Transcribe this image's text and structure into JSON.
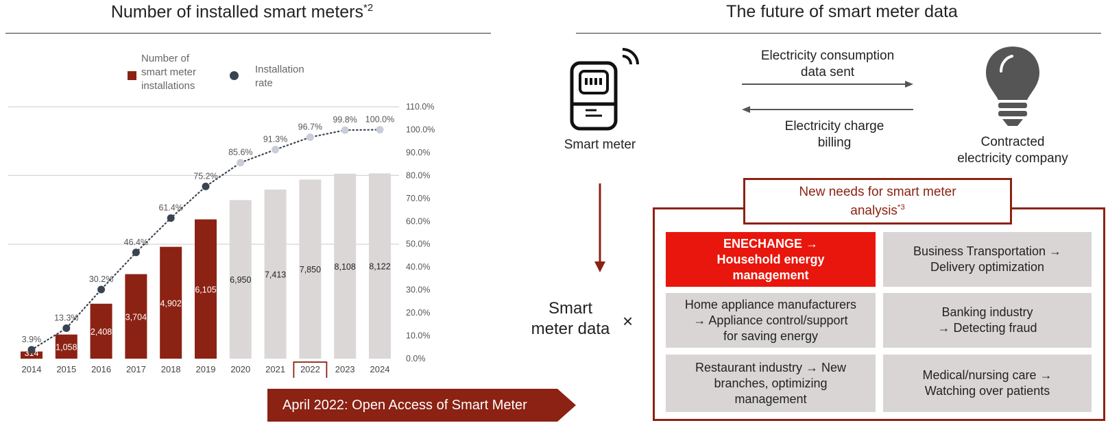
{
  "left": {
    "title": "Number of installed smart meters",
    "title_sup": "*2",
    "legend": {
      "bars_label_lines": [
        "Number of",
        "smart meter",
        "installations"
      ],
      "dots_label_lines": [
        "Installation",
        "rate"
      ]
    },
    "banner": "April 2022: Open Access of Smart Meter"
  },
  "chart_data": {
    "type": "bar",
    "categories": [
      "2014",
      "2015",
      "2016",
      "2017",
      "2018",
      "2019",
      "2020",
      "2021",
      "2022",
      "2023",
      "2024"
    ],
    "highlighted_category": "2022",
    "series": [
      {
        "name": "Number of smart meter installations",
        "values": [
          314,
          1058,
          2408,
          3704,
          4902,
          6105,
          6950,
          7413,
          7850,
          8108,
          8122
        ],
        "labels": [
          "314",
          "1,058",
          "2,408",
          "3,704",
          "4,902",
          "6,105",
          "6,950",
          "7,413",
          "7,850",
          "8,108",
          "8,122"
        ],
        "actual_color": "#8b2213",
        "forecast_color": "#dbd7d7",
        "actual_count": 6
      },
      {
        "name": "Installation rate",
        "type": "line",
        "style": "dotted",
        "values": [
          3.9,
          13.3,
          30.2,
          46.4,
          61.4,
          75.2,
          85.6,
          91.3,
          96.7,
          99.8,
          100.0
        ],
        "labels": [
          "3.9%",
          "13.3%",
          "30.2%",
          "46.4%",
          "61.4%",
          "75.2%",
          "85.6%",
          "91.3%",
          "96.7%",
          "99.8%",
          "100.0%"
        ],
        "actual_color": "#3a4350",
        "forecast_color": "#c9cdda"
      }
    ],
    "y_left_range": [
      0,
      9000
    ],
    "y_right_ticks": [
      "0.0%",
      "10.0%",
      "20.0%",
      "30.0%",
      "40.0%",
      "50.0%",
      "60.0%",
      "70.0%",
      "80.0%",
      "90.0%",
      "100.0%",
      "110.0%"
    ],
    "y_right_range": [
      0,
      110
    ],
    "grid": "horizontal",
    "legend_position": "top-left"
  },
  "right": {
    "title": "The future of smart meter data",
    "smart_meter_label": "Smart meter",
    "company_label_lines": [
      "Contracted",
      "electricity company"
    ],
    "sent_label_lines": [
      "Electricity consumption",
      "data sent"
    ],
    "billing_label_lines": [
      "Electricity charge",
      "billing"
    ],
    "data_label_lines": [
      "Smart",
      "meter data"
    ],
    "times": "×",
    "needs_title_lines": [
      "New needs for smart meter",
      "analysis"
    ],
    "needs_title_sup": "*3",
    "cells": [
      {
        "lines": [
          "ENECHANGE →",
          "Household energy",
          "management"
        ]
      },
      {
        "lines": [
          "Business Transportation →",
          "Delivery optimization"
        ]
      },
      {
        "lines": [
          "Home appliance manufacturers",
          "→ Appliance control/support",
          "for saving energy"
        ]
      },
      {
        "lines": [
          "Banking industry",
          "→ Detecting fraud"
        ]
      },
      {
        "lines": [
          "Restaurant industry → New",
          "branches, optimizing",
          "management"
        ]
      },
      {
        "lines": [
          "Medical/nursing care →",
          "Watching over patients"
        ]
      }
    ]
  },
  "colors": {
    "brand": "#8b2213",
    "highlight": "#e8160c",
    "cell_bg": "#d9d5d5"
  },
  "icons": [
    "smart-meter-icon",
    "lightbulb-icon"
  ]
}
